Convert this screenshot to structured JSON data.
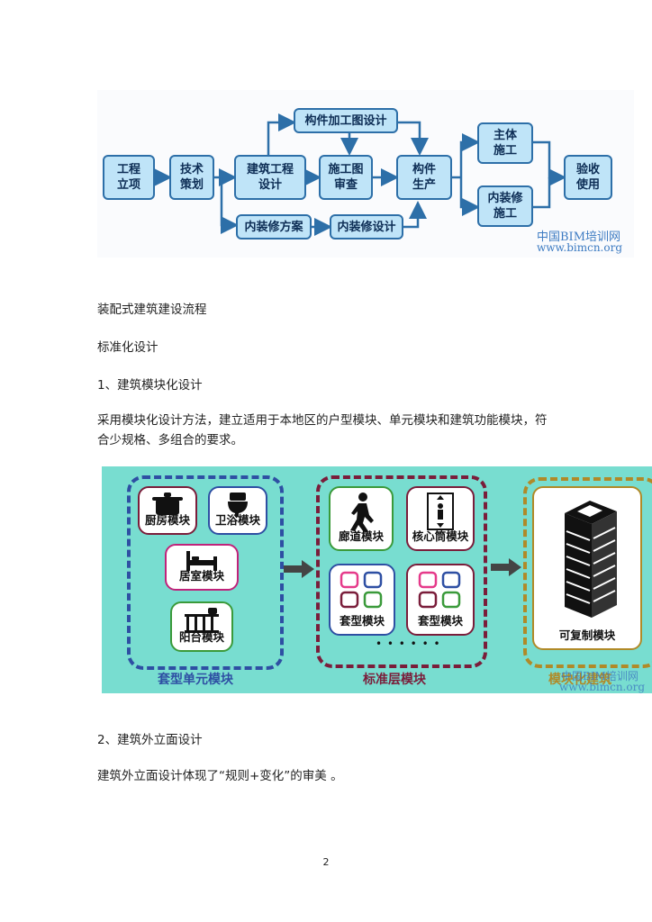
{
  "flowchart": {
    "nodes": {
      "n1": "工程\n立项",
      "n2": "技术\n策划",
      "n3": "建筑工程\n设计",
      "n4": "构件加工图设计",
      "n5": "施工图\n审查",
      "n6": "构件\n生产",
      "n7": "内装修方案",
      "n8": "内装修设计",
      "n9": "主体\n施工",
      "n10": "内装修\n施工",
      "n11": "验收\n使用"
    },
    "watermark": {
      "line1": "中国BIM培训网",
      "line2": "www.bimcn.org"
    }
  },
  "caption1": "装配式建筑建设流程",
  "heading_standard": "标准化设计",
  "heading_1": "1、建筑模块化设计",
  "paragraph_1": "采用模块化设计方法，建立适用于本地区的户型模块、单元模块和建筑功能模块，符合少规格、多组合的要求。",
  "module_diagram": {
    "modules": {
      "kitchen": "厨房模块",
      "bath": "卫浴模块",
      "bedroom": "居室模块",
      "balcony": "阳台模块",
      "corridor": "廊道模块",
      "core": "核心筒模块",
      "suite_a": "套型模块",
      "suite_b": "套型模块",
      "replicable": "可复制模块"
    },
    "groups": {
      "unit": "套型单元模块",
      "floor": "标准层模块",
      "building": "模块化建筑"
    },
    "dots": "• • • • • •",
    "watermark": {
      "line1": "中国BIM培训网",
      "line2": "www.bimcn.org"
    },
    "colors": {
      "background": "#78ddd0",
      "blue": "#2e4fa3",
      "maroon": "#7a1d3a",
      "gold": "#b08a28"
    }
  },
  "heading_2": "2、建筑外立面设计",
  "paragraph_2": "建筑外立面设计体现了“规则+变化”的审美 。",
  "page_number": "2"
}
